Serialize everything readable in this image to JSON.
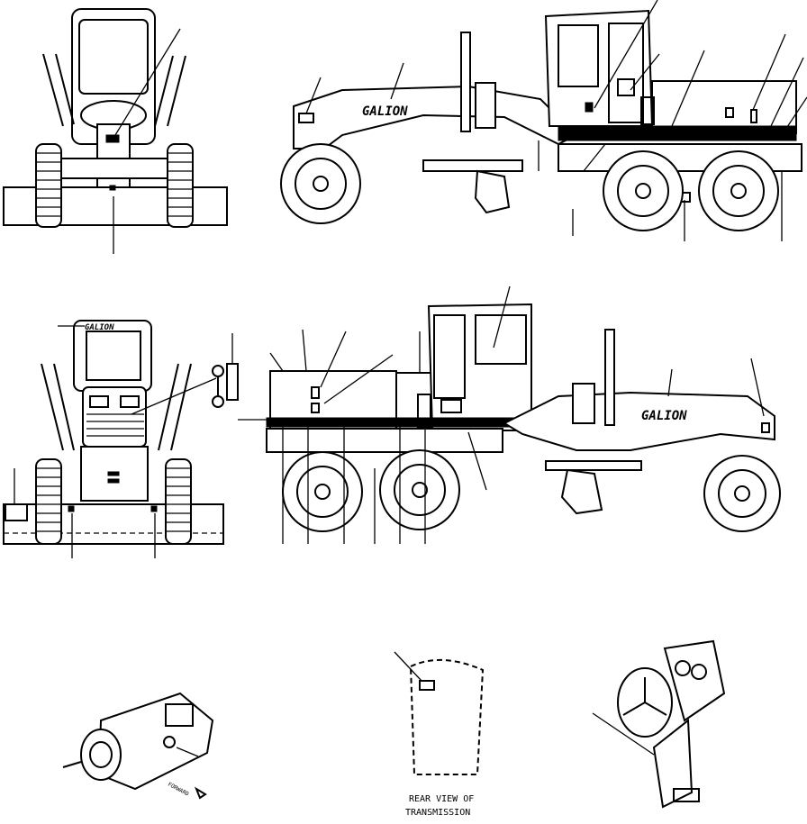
{
  "brand_marks": {
    "side_view_boom": "GALION",
    "rear_view_top": "GALION",
    "left_side_boom": "GALION"
  },
  "motor_arrow_label": "FORWARD",
  "transmission_caption": {
    "line1": "REAR VIEW OF",
    "line2": "TRANSMISSION"
  }
}
